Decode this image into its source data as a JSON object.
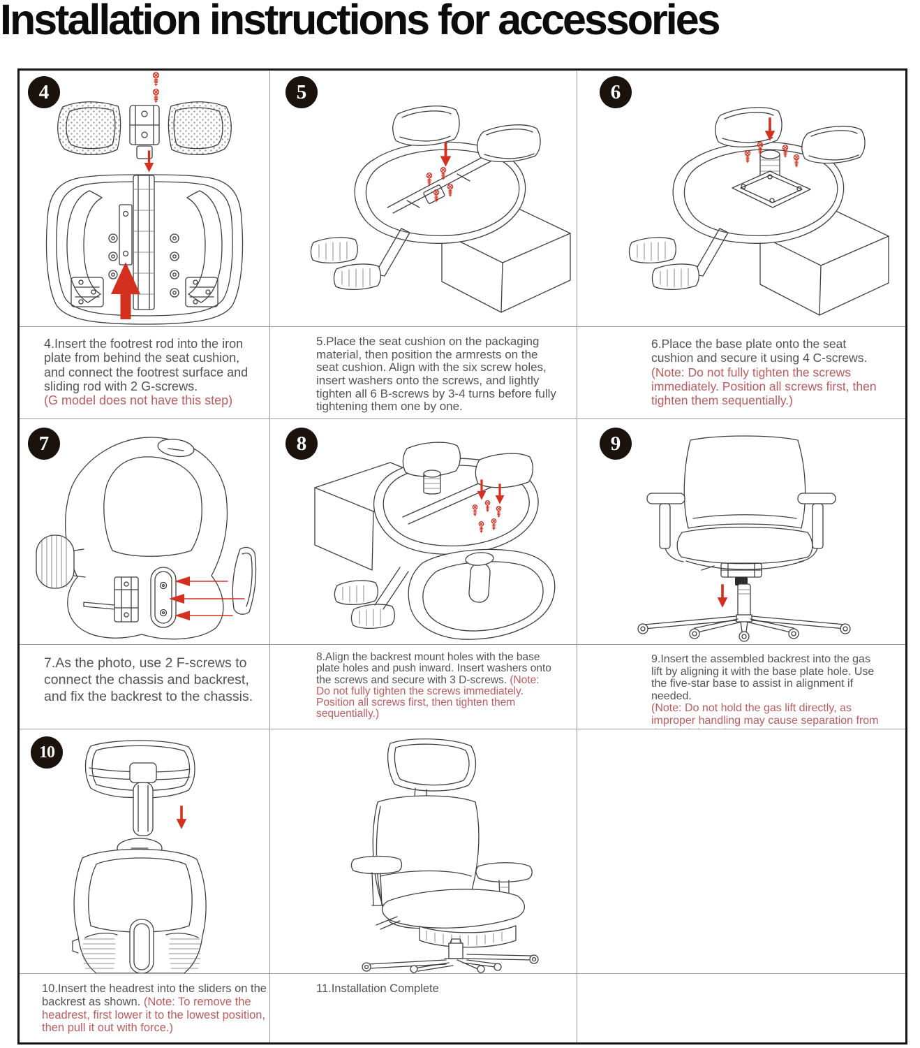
{
  "page": {
    "title": "Installation instructions for accessories"
  },
  "colors": {
    "note_red": "#bd5b5e",
    "arrow_red": "#d3301f",
    "body_text": "#535356",
    "outer_border": "#141414",
    "grid_line": "#9b9b9b",
    "badge_background": "#1b120e",
    "badge_text": "#ffffff",
    "line_art": "#3f3f41"
  },
  "steps": [
    {
      "badge": "4",
      "illustration": "footrest-rod-into-iron-plate",
      "text": "4.Insert the footrest rod into the iron plate from behind the seat cushion, and connect the footrest surface and sliding rod with 2 G-screws.",
      "note": "(G model does not have this step)"
    },
    {
      "badge": "5",
      "illustration": "seat-cushion-and-armrests-on-packaging",
      "text": "5.Place the seat cushion on the packaging material, then position the armrests on the seat cushion. Align with the six screw holes, insert washers onto the screws, and lightly tighten all 6 B-screws by 3-4 turns before fully tightening them one by one.",
      "note": ""
    },
    {
      "badge": "6",
      "illustration": "base-plate-onto-seat-cushion",
      "text": "6.Place the base plate onto the seat cushion and secure it using 4 C-screws.",
      "note": "(Note: Do not fully tighten the screws immediately. Position all screws first, then tighten them sequentially.)"
    },
    {
      "badge": "7",
      "illustration": "connect-chassis-and-backrest",
      "text": "7.As the photo, use 2 F-screws to connect the chassis and backrest, and fix the backrest to the chassis.",
      "note": ""
    },
    {
      "badge": "8",
      "illustration": "align-backrest-mount-holes",
      "text": "8.Align the backrest mount holes with the base plate holes and push inward. Insert washers onto the screws and secure with 3 D-screws.",
      "note": "(Note: Do not fully tighten the screws immediately. Position all screws first, then tighten them sequentially.)"
    },
    {
      "badge": "9",
      "illustration": "insert-backrest-into-gas-lift",
      "text": "9.Insert the assembled backrest into the gas lift by aligning it with the base plate hole. Use the five-star base to assist in alignment if needed.",
      "note": "(Note: Do not hold the gas lift directly, as improper handling may cause separation from the chair base.)"
    },
    {
      "badge": "10",
      "illustration": "insert-headrest-into-sliders",
      "text": "10.Insert the headrest into the sliders on the backrest as shown.",
      "note": "(Note: To remove the headrest, first lower it to the lowest position, then pull it out with force.)"
    },
    {
      "badge": "11",
      "illustration": "installation-complete-chair",
      "text": "11.Installation Complete",
      "note": ""
    }
  ]
}
